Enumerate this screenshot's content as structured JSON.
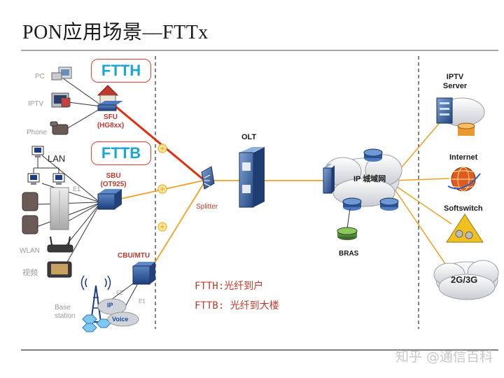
{
  "title": "PON应用场景—FTTx",
  "callouts": {
    "ftth": "FTTH",
    "fttb": "FTTB"
  },
  "left_devices": {
    "pc": "PC",
    "iptv": "IPTV",
    "phone": "Phone",
    "lan": "LAN",
    "e1_top": "E1",
    "wlan": "WLAN",
    "video": "视频",
    "fe": "FE",
    "e1_bottom": "E1",
    "ip": "IP",
    "voice": "Voice",
    "base": "Base",
    "station": "station"
  },
  "onu": {
    "sfu_name": "SFU",
    "sfu_model": "(HG8xx)",
    "sbu_name": "SBU",
    "sbu_model": "(OT925)",
    "cbu_name": "CBU/MTU"
  },
  "center": {
    "splitter": "Splitter",
    "olt": "OLT",
    "ip_network": "IP 城域网",
    "bras": "BRAS"
  },
  "right": {
    "iptv_server_1": "IPTV",
    "iptv_server_2": "Server",
    "internet": "Internet",
    "softswitch": "Softswitch",
    "mobile": "2G/3G"
  },
  "notes": {
    "ftth": "FTTH:光纤到户",
    "fttb": "FTTB: 光纤到大楼"
  },
  "watermark": "知乎 @通信百科",
  "colors": {
    "fiber": "#f0a020",
    "fiber_red": "#e03010",
    "accent_blue": "#1aa7d6",
    "red": "#c0392b"
  }
}
